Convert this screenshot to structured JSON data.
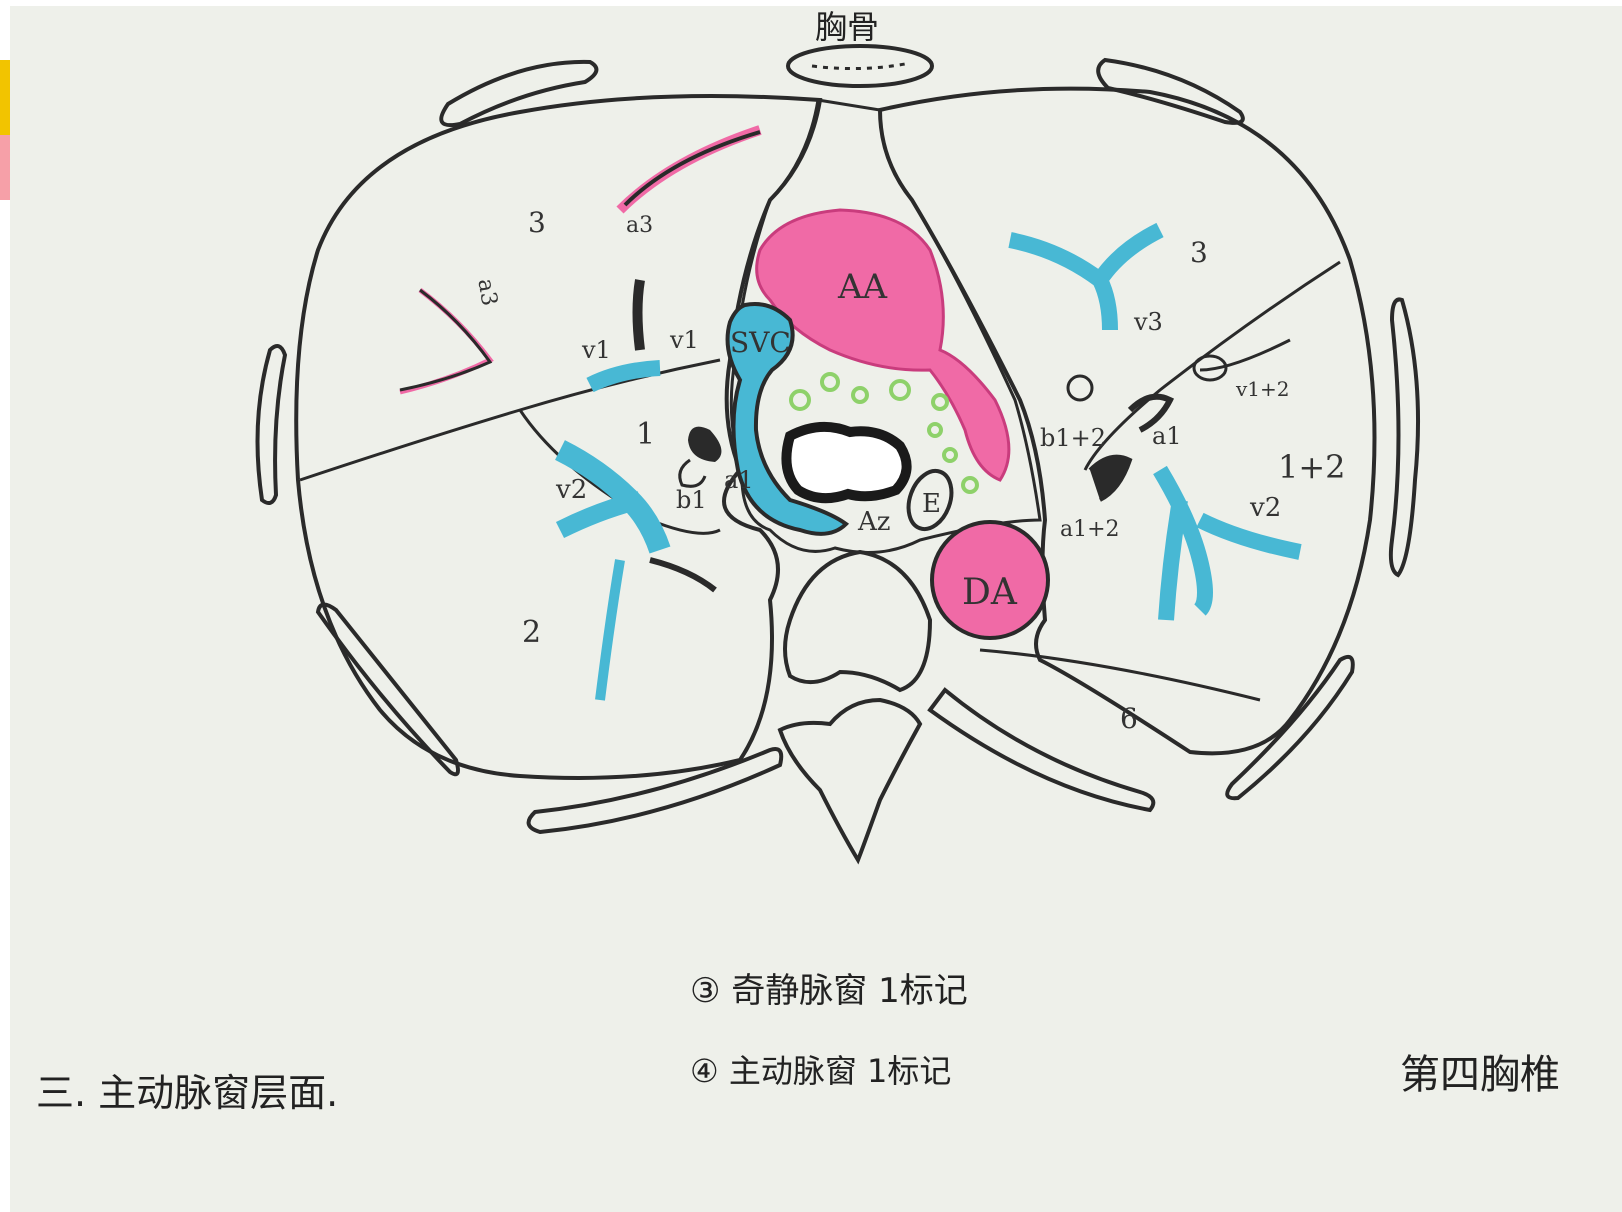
{
  "labels": {
    "header": "胸骨",
    "aa": "AA",
    "svc": "SVC",
    "da": "DA",
    "az": "Az",
    "e": "E",
    "r_seg3": "3",
    "r_seg1": "1",
    "r_seg2": "2",
    "r_a3_upper": "a3",
    "r_a3_lower": "a3",
    "r_v1_left": "v1",
    "r_v1_right": "v1",
    "r_v2": "v2",
    "r_a1": "a1",
    "r_b1": "b1",
    "l_seg3": "3",
    "l_seg12": "1+2",
    "l_seg6": "6",
    "l_v3": "v3",
    "l_v12": "v1+2",
    "l_b12": "b1+2",
    "l_a1": "a1",
    "l_a12": "a1+2",
    "l_v2": "v2"
  },
  "notes": {
    "note3": "③ 奇静脉窗 1标记",
    "note4": "④ 主动脉窗 1标记",
    "bottom_left": "三. 主动脉窗层面.",
    "bottom_right": "第四胸椎"
  },
  "colors": {
    "artery_pink": "#f06aa6",
    "vein_blue": "#48b8d4",
    "node_green": "#8ed16a",
    "ink": "#2a2a2a",
    "paper": "#eef0ea"
  }
}
